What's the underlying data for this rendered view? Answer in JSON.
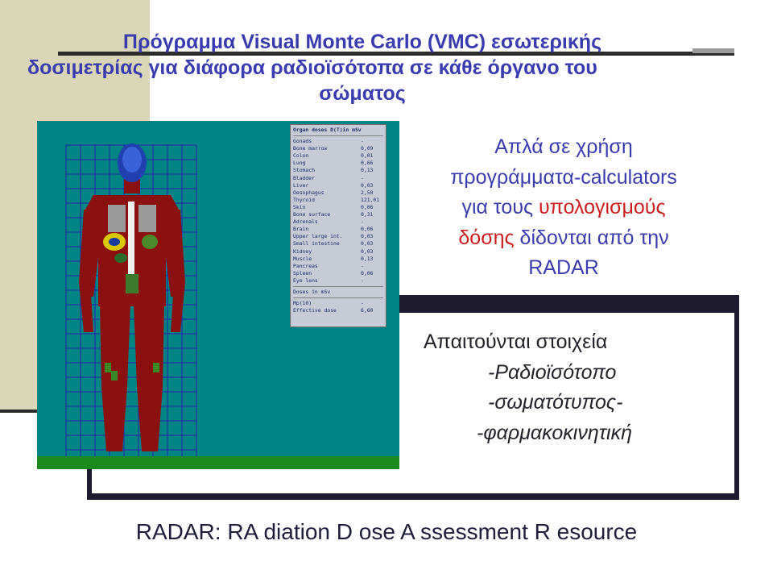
{
  "slide": {
    "title": {
      "line1": "Πρόγραμμα Visual Monte Carlo (VMC) εσωτερικής",
      "line2": "δοσιμετρίας για διάφορα ραδιοϊσότοπα σε κάθε όργανο του",
      "line3": "σώματος"
    },
    "usage": {
      "line1": "Απλά σε χρήση",
      "line2": "προγράμματα-calculators",
      "line3_pre": "για τους ",
      "line3_red": "υπολογισμούς",
      "line4_red": "δόσης",
      "line4_post": " δίδονται από την",
      "line5": "RADAR"
    },
    "requirements": {
      "title": "Απαιτούνται στοιχεία",
      "items": [
        "-Ραδιοϊσότοπο",
        "-σωματότυπος-",
        "-φαρμακοκινητική"
      ]
    },
    "footer": "RADAR: RA diation D ose A ssessment R esource"
  },
  "dose_table": {
    "header": "Organ doses D(T)in mSv",
    "rows": [
      {
        "organ": "Gonads",
        "value": "-"
      },
      {
        "organ": "Bone marrow",
        "value": "0,09"
      },
      {
        "organ": "Colon",
        "value": "0,01"
      },
      {
        "organ": "Lung",
        "value": "0,66"
      },
      {
        "organ": "Stomach",
        "value": "0,13"
      },
      {
        "organ": "Bladder",
        "value": "-"
      },
      {
        "organ": "Liver",
        "value": "0,03"
      },
      {
        "organ": "Oesophagus",
        "value": "2,50"
      },
      {
        "organ": "Thyroid",
        "value": "121,01"
      },
      {
        "organ": "Skin",
        "value": "0,06"
      },
      {
        "organ": "Bone surface",
        "value": "0,31"
      },
      {
        "organ": "Adrenals",
        "value": "-"
      },
      {
        "organ": "Brain",
        "value": "0,06"
      },
      {
        "organ": "Upper large int.",
        "value": "0,03"
      },
      {
        "organ": "Small intestine",
        "value": "0,03"
      },
      {
        "organ": "Kidney",
        "value": "0,03"
      },
      {
        "organ": "Muscle",
        "value": "0,13"
      },
      {
        "organ": "Pancreas",
        "value": "-"
      },
      {
        "organ": "Spleen",
        "value": "0,06"
      },
      {
        "organ": "Eye lens",
        "value": "-"
      }
    ],
    "footer_header": "Doses in mSv",
    "footer_rows": [
      {
        "label": "Mp(10)",
        "value": "-"
      },
      {
        "label": "Effective dose",
        "value": "6,60"
      }
    ]
  },
  "colors": {
    "title_blue": "#3b3bb0",
    "accent_red": "#cc1e1e",
    "panel_teal": "#008484",
    "tissue_red": "#8b1010",
    "grid_blue": "#2323a8"
  },
  "icons": {
    "body_figure": "body-phantom-icon"
  }
}
